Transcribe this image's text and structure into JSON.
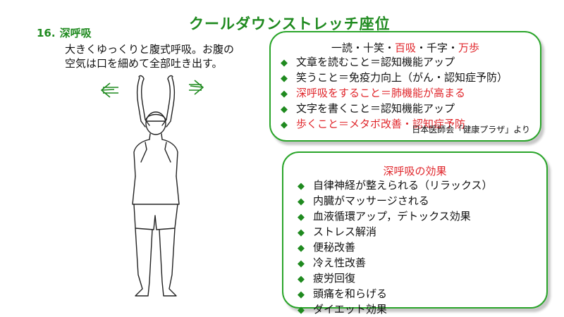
{
  "title": "クールダウンストレッチ座位",
  "section": {
    "number": "16.",
    "label": "深呼吸"
  },
  "instructions": {
    "line1": "大きくゆっくりと腹式呼吸。お腹の",
    "line2": "空気は口を細めて全部吐き出す。"
  },
  "benefits_box": {
    "heading_parts": [
      {
        "text": "一読・",
        "emphasis": false
      },
      {
        "text": "十笑・",
        "emphasis": false
      },
      {
        "text": "百吸",
        "emphasis": true
      },
      {
        "text": "・千字・",
        "emphasis": false
      },
      {
        "text": "万歩",
        "emphasis": true
      }
    ],
    "items": [
      {
        "text": "文章を読むこと＝認知機能アップ",
        "emphasis": false
      },
      {
        "text": "笑うこと＝免疫力向上（がん・認知症予防）",
        "emphasis": false
      },
      {
        "text": "深呼吸をすること＝肺機能が高まる",
        "emphasis": true
      },
      {
        "text": "文字を書くこと＝認知機能アップ",
        "emphasis": false
      },
      {
        "text": "歩くこと＝メタボ改善・認知症予防",
        "emphasis": true
      }
    ],
    "source": "日本医師会「健康プラザ」より"
  },
  "effects_box": {
    "heading": "深呼吸の効果",
    "items": [
      "自律神経が整えられる（リラックス）",
      "内臓がマッサージされる",
      "血液循環アップ，デトックス効果",
      "ストレス解消",
      "便秘改善",
      "冷え性改善",
      "疲労回復",
      "頭痛を和らげる",
      "ダイエット効果"
    ]
  },
  "bullet_glyph": "◆",
  "colors": {
    "green": "#1f8a1f",
    "border_green": "#2aa52a",
    "red": "#e0262b"
  }
}
